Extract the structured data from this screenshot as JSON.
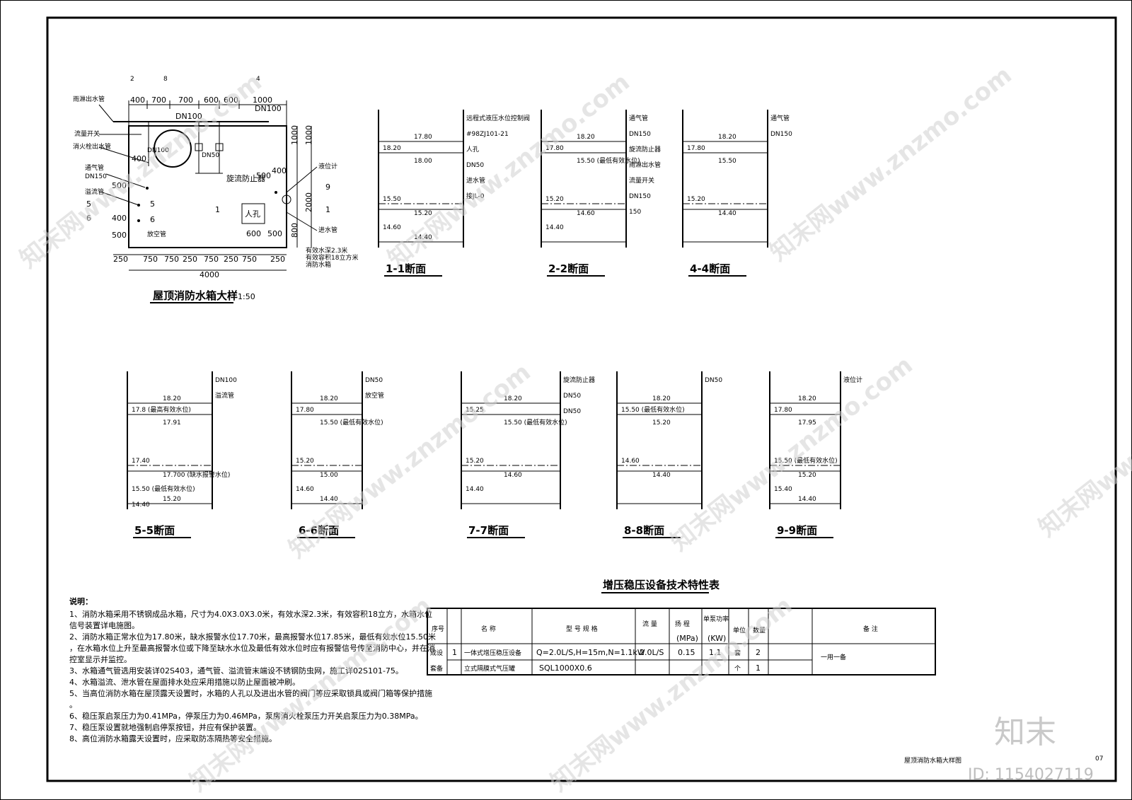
{
  "plan": {
    "title": "屋顶消防水箱大样",
    "scale": "1:50",
    "top_dims": [
      "400",
      "700",
      "700",
      "600",
      "600",
      "1000"
    ],
    "bottom_dims": [
      "250",
      "750",
      "750",
      "250",
      "750",
      "250",
      "750",
      "250"
    ],
    "total_dim": "4000",
    "right_dims": [
      "1000",
      "1000",
      "2000",
      "800"
    ],
    "labels": {
      "spray_drain": "雨淋出水管",
      "flow_switch": "流量开关",
      "hydrant_outlet": "消火栓出水管",
      "vent_pipe": "通气管",
      "dn150": "DN150",
      "overflow": "溢流管",
      "drain": "放空管",
      "level_gauge": "液位计",
      "inlet": "进水管",
      "anti_vortex": "旋流防止器",
      "manhole": "人孔",
      "dn100_a": "DN100",
      "dn100_b": "DN100",
      "dn100_left": "DN100",
      "dn50": "DN50",
      "dim_400": "400",
      "dim_500a": "500",
      "dim_500b": "500",
      "dim_500c": "500",
      "dim_400b": "400",
      "dim_400c": "400",
      "dim_600": "600",
      "dim_500d": "500",
      "note1": "有效水深2.3米",
      "note2": "有效容积18立方米",
      "note3": "消防水箱",
      "mark_2": "2",
      "mark_8": "8",
      "mark_4": "4",
      "mark_5": "5",
      "mark_6": "6",
      "mark_9": "9",
      "mark_1": "1"
    }
  },
  "sections": [
    {
      "label": "1-1断面",
      "levels": [
        "17.80",
        "18.20",
        "18.00",
        "15.50",
        "15.20",
        "14.60",
        "14.40"
      ],
      "notes": [
        "远程式液压水位控制阀",
        "#98ZJ101-21",
        "人孔",
        "DN50",
        "进水管",
        "接JL-0"
      ]
    },
    {
      "label": "2-2断面",
      "levels": [
        "18.20",
        "17.80",
        "15.50 (最低有效水位)",
        "15.20",
        "14.60",
        "14.40"
      ],
      "notes": [
        "通气管",
        "DN150",
        "旋流防止器",
        "雨淋出水管",
        "流量开关",
        "DN150",
        "150"
      ]
    },
    {
      "label": "4-4断面",
      "levels": [
        "18.20",
        "17.80",
        "15.50",
        "15.20",
        "14.40"
      ],
      "notes": [
        "通气管",
        "DN150"
      ]
    },
    {
      "label": "5-5断面",
      "levels": [
        "18.20",
        "17.8 (最高有效水位)",
        "17.91",
        "17.40",
        "17.700 (缺水报警水位)",
        "15.50 (最低有效水位)",
        "15.20",
        "14.40"
      ],
      "notes": [
        "DN100",
        "溢流管"
      ]
    },
    {
      "label": "6-6断面",
      "levels": [
        "18.20",
        "17.80",
        "15.50 (最低有效水位)",
        "15.20",
        "15.00",
        "14.60",
        "14.40"
      ],
      "notes": [
        "DN50",
        "放空管"
      ]
    },
    {
      "label": "7-7断面",
      "levels": [
        "18.20",
        "15.25",
        "15.50 (最低有效水位)",
        "15.20",
        "14.60",
        "14.40"
      ],
      "notes": [
        "旋流防止器",
        "DN50",
        "DN50"
      ]
    },
    {
      "label": "8-8断面",
      "levels": [
        "18.20",
        "15.50 (最低有效水位)",
        "15.20",
        "14.60",
        "14.40"
      ],
      "notes": [
        "DN50"
      ]
    },
    {
      "label": "9-9断面",
      "levels": [
        "18.20",
        "17.80",
        "17.95",
        "15.50 (最低有效水位)",
        "15.20",
        "15.40",
        "14.40"
      ],
      "notes": [
        "液位计"
      ]
    }
  ],
  "notes": {
    "heading": "说明：",
    "lines": [
      "1、消防水箱采用不锈钢成品水箱，尺寸为4.0X3.0X3.0米，有效水深2.3米，有效容积18立方，水箱水位",
      "信号装置详电施图。",
      "2、消防水箱正常水位为17.80米，缺水报警水位17.70米，最高报警水位17.85米，最低有效水位15.50米",
      "，在水箱水位上升至最高报警水位或下降至缺水水位及最低有效水位时应有报警信号传至消防中心，并在消",
      "控室显示并监控。",
      "3、水箱通气管选用安装详02S403，通气管、溢流管末端设不锈钢防虫网，施工详02S101-75。",
      "4、水箱溢流、泄水管在屋面排水处应采用措施以防止屋面被冲刷。",
      "5、当高位消防水箱在屋顶露天设置时，水箱的人孔以及进出水管的阀门等应采取锁具或阀门箱等保护措施",
      "。",
      "6、稳压泵启泵压力为0.41MPa，停泵压力为0.46MPa，泵房消火栓泵压力开关启泵压力为0.38MPa。",
      "7、稳压泵设置就地强制启停泵按钮，并应有保护装置。",
      "8、高位消防水箱露天设置时，应采取防冻隔热等安全措施。"
    ]
  },
  "equipment_table": {
    "title": "增压稳压设备技术特性表",
    "headers": [
      "序号",
      "名 称",
      "型 号 规 格",
      "流 量",
      "扬 程",
      "单泵功率",
      "单位",
      "数量",
      "备 注"
    ],
    "units": [
      "(MPa)",
      "(KW)"
    ],
    "group_label": [
      "成设",
      "套备"
    ],
    "rows": [
      {
        "no": "1",
        "name": "一体式增压稳压设备",
        "model": "Q=2.0L/S,H=15m,N=1.1kW",
        "flow": "2.0L/S",
        "head": "0.15",
        "power": "1.1",
        "unit": "套",
        "qty": "2",
        "remark": "一用一备"
      },
      {
        "no": "",
        "name": "立式隔膜式气压罐",
        "model": "SQL1000X0.6",
        "flow": "",
        "head": "",
        "power": "",
        "unit": "个",
        "qty": "1",
        "remark": ""
      }
    ]
  },
  "title_block": {
    "drawing_name": "屋顶消防水箱大样图",
    "sheet_no": "07"
  },
  "watermark": {
    "text": "知末网www.znzmo.com",
    "brand": "知末",
    "id": "ID: 1154027119"
  }
}
